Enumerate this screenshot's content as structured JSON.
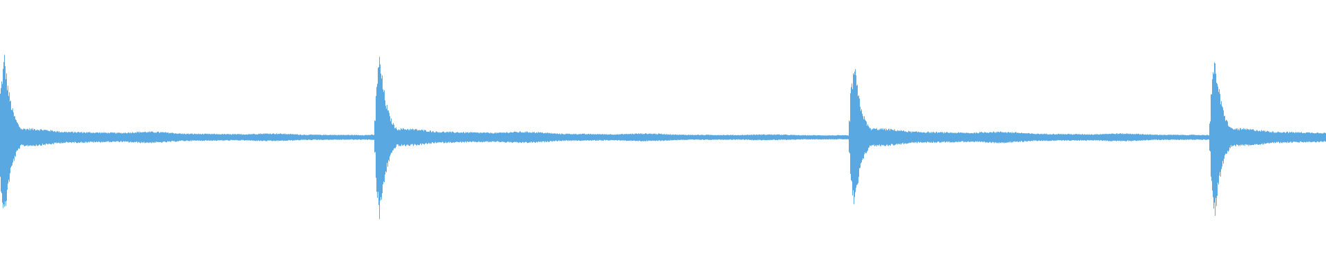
{
  "waveform": {
    "color": "#5aa8e2",
    "background": "#ffffff",
    "transients": [
      {
        "start": 0.0,
        "peak": 1.0
      },
      {
        "start": 0.283,
        "peak": 1.0
      },
      {
        "start": 0.641,
        "peak": 0.9
      },
      {
        "start": 0.913,
        "peak": 0.97
      }
    ]
  }
}
